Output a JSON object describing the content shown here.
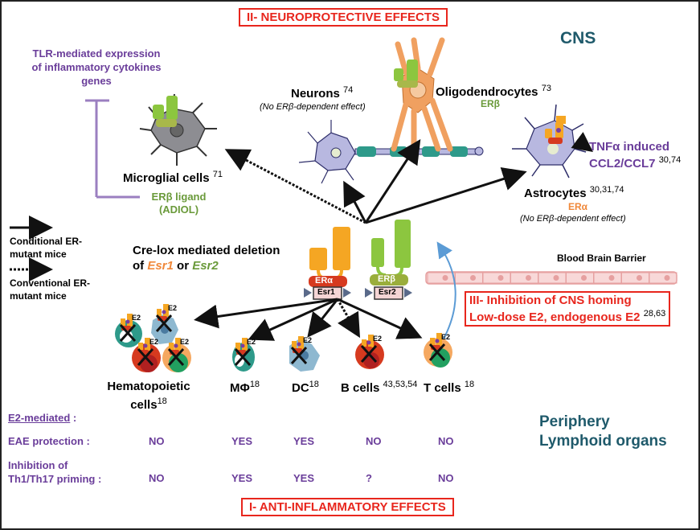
{
  "sections": {
    "neuroprotective": "II- NEUROPROTECTIVE EFFECTS",
    "anti_inflammatory": "I- ANTI-INFLAMMATORY EFFECTS",
    "cns_homing_line1": "III- Inhibition of CNS homing",
    "cns_homing_line2": "Low-dose E2, endogenous E2",
    "cns_homing_refs": "28,63"
  },
  "regions": {
    "cns": "CNS",
    "periphery_line1": "Periphery",
    "periphery_line2": "Lymphoid organs"
  },
  "cns_cells": {
    "tlr_line1": "TLR-mediated expression",
    "tlr_line2": "of inflammatory cytokines",
    "tlr_line3": "genes",
    "microglia": "Microglial cells",
    "microglia_refs": "71",
    "microglia_ligand_line1": "ERβ ligand",
    "microglia_ligand_line2": "(ADIOL)",
    "neurons": "Neurons",
    "neurons_refs": "74",
    "neurons_note": "(No ERβ-dependent effect)",
    "oligodendrocytes": "Oligodendrocytes",
    "oligodendrocytes_refs": "73",
    "oligodendrocytes_receptor": "ERβ",
    "astrocytes": "Astrocytes",
    "astrocytes_refs": "30,31,74",
    "astrocytes_receptor": "ERα",
    "astrocytes_note": "(No ERβ-dependent effect)",
    "tnf_line1": "TNFα induced",
    "tnf_line2": "CCL2/CCL7",
    "tnf_refs": "30,74"
  },
  "legend": {
    "conditional_line1": "Conditional ER-",
    "conditional_line2": "mutant mice",
    "conventional_line1": "Conventional ER-",
    "conventional_line2": "mutant mice"
  },
  "center": {
    "crelox_line1": "Cre-lox mediated deletion",
    "crelox_of": "of ",
    "esr1": "Esr1",
    "or": " or ",
    "esr2": "Esr2",
    "era": "ERα",
    "erb": "ERβ",
    "gene1": "Esr1",
    "gene2": "Esr2",
    "bbb": "Blood Brain Barrier",
    "e2": "E2"
  },
  "periphery_cells": [
    {
      "label": "Hematopoietic",
      "label2": "cells",
      "refs": "18"
    },
    {
      "label": "MΦ",
      "refs": "18"
    },
    {
      "label": "DC",
      "refs": "18"
    },
    {
      "label": "B cells",
      "refs": "43,53,54"
    },
    {
      "label": "T cells",
      "refs": "18"
    }
  ],
  "table": {
    "header": "E2-mediated",
    "header_suffix": " :",
    "row1_label": "EAE protection :",
    "row1_values": [
      "NO",
      "YES",
      "YES",
      "NO",
      "NO"
    ],
    "row2_label_line1": "Inhibition of",
    "row2_label_line2": "Th1/Th17 priming :",
    "row2_values": [
      "NO",
      "YES",
      "YES",
      "?",
      "NO"
    ]
  },
  "colors": {
    "section_red": "#e8261d",
    "purple": "#6a3d9a",
    "teal": "#1f5a6b",
    "er_alpha": "#f5a623",
    "er_beta": "#8cc63f"
  }
}
